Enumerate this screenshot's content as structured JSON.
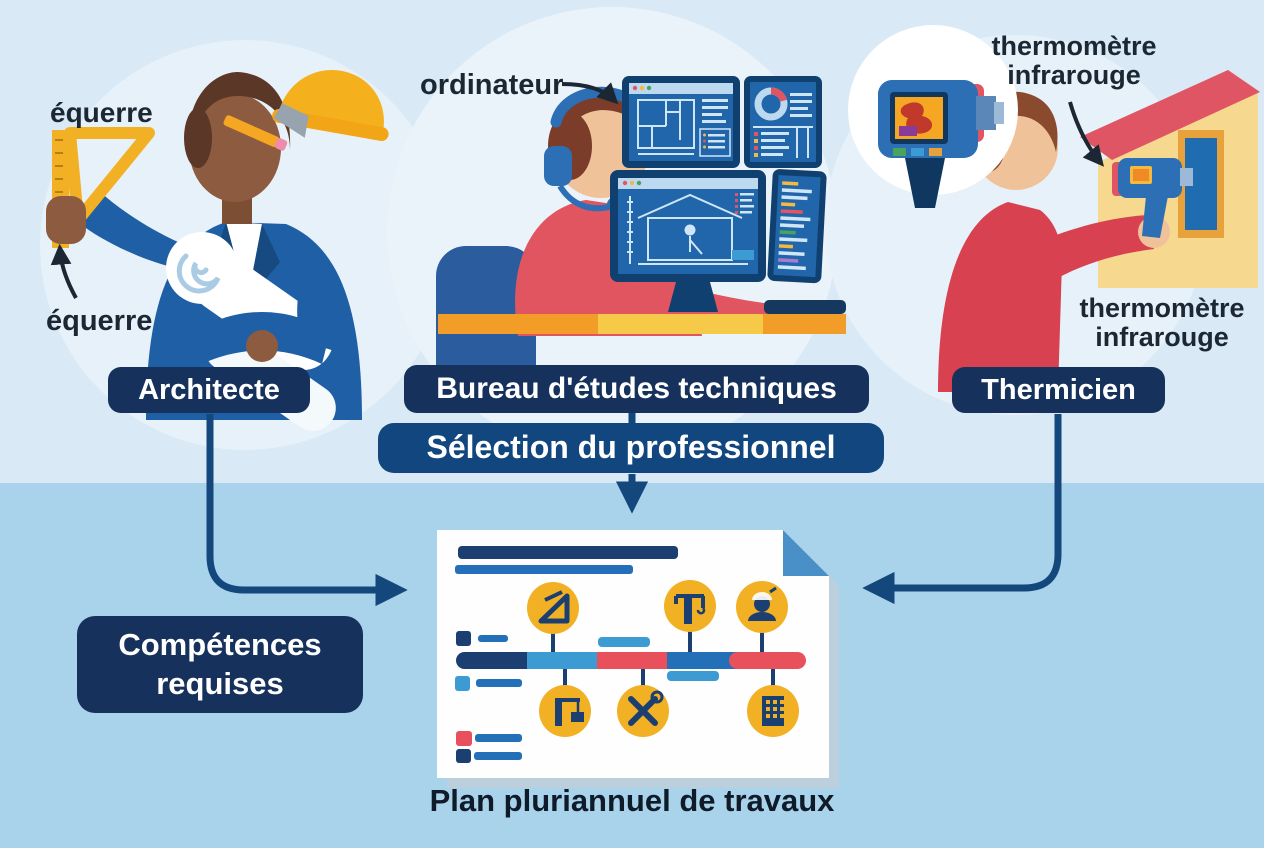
{
  "figures": {
    "architect": {
      "badge": "Architecte",
      "tool_label_top": "équerre",
      "tool_label_bottom": "équerre",
      "icons": [
        "set-square-icon",
        "hard-hat-icon",
        "pencil-icon",
        "blueprint-roll-icon"
      ]
    },
    "design_office": {
      "badge": "Bureau d'études techniques",
      "tool_label": "ordinateur",
      "icons": [
        "headset-icon",
        "monitor-floorplan-icon",
        "monitor-dashboard-icon",
        "monitor-house-icon",
        "monitor-code-icon",
        "keyboard-icon"
      ]
    },
    "thermal_engineer": {
      "badge": "Thermicien",
      "tool_label_top": "thermomètre\ninfrarouge",
      "tool_label_bottom": "thermomètre\ninfrarouge",
      "icons": [
        "infrared-thermometer-icon",
        "house-icon",
        "window-icon"
      ]
    }
  },
  "flow": {
    "selection_badge": "Sélection du professionnel",
    "competences_badge": "Compétences\nrequises"
  },
  "document": {
    "caption": "Plan pluriannuel de travaux",
    "timeline_icons": [
      "set-square-icon",
      "tower-crane-icon",
      "construction-worker-icon",
      "crane-load-icon",
      "crossed-tools-icon",
      "building-icon"
    ],
    "timeline_segment_colors": [
      "#1b3f70",
      "#3d9bd4",
      "#e8505b",
      "#2470b8",
      "#e8505b"
    ]
  },
  "colors": {
    "background_top": "#d9e9f5",
    "background_bottom": "#a9d3ea",
    "badge_navy": "#16315b",
    "badge_blue": "#11477e",
    "arrow_navy": "#14487d",
    "annotation_text": "#1c2734",
    "accent_yellow": "#f2b124",
    "accent_red": "#e05560",
    "accent_blue": "#2470b8"
  }
}
